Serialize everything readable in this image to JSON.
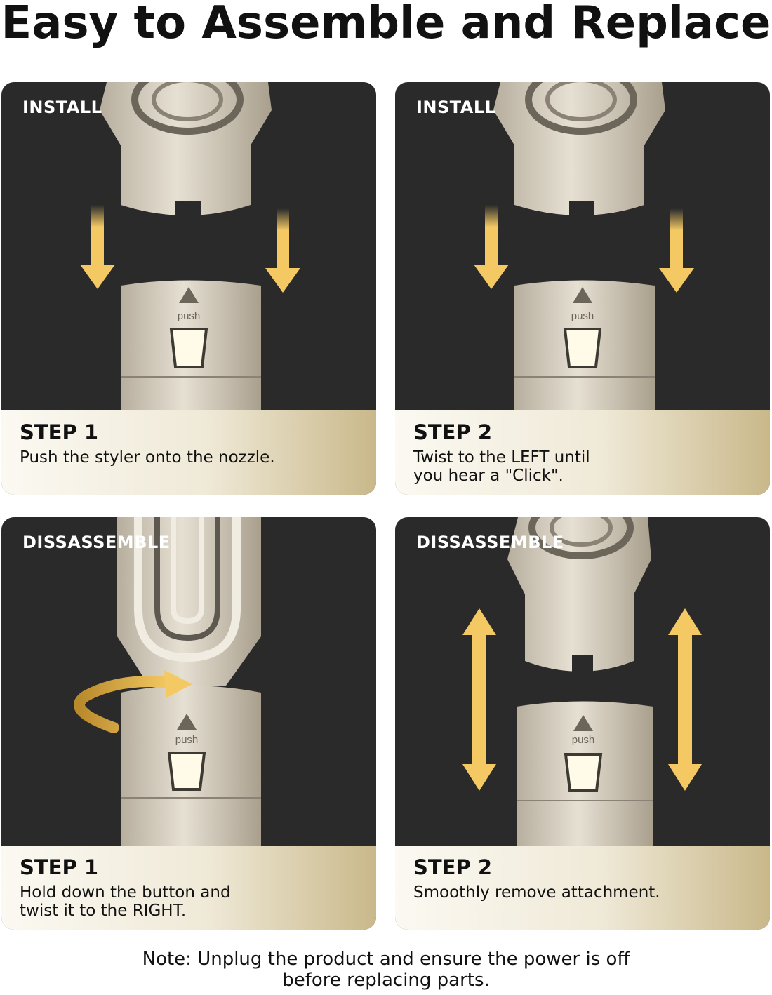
{
  "title": "Easy to Assemble and Replace",
  "cards": [
    {
      "phase": "INSTALL",
      "step": "STEP 1",
      "text": "Push the styler onto the nozzle.",
      "button_label": "push"
    },
    {
      "phase": "INSTALL",
      "step": "STEP 2",
      "text": "Twist to the LEFT until you hear a \"Click\".",
      "button_label": "push"
    },
    {
      "phase": "DISSASSEMBLE",
      "step": "STEP 1",
      "text": "Hold down the button and twist it to the RIGHT.",
      "button_label": "push"
    },
    {
      "phase": "DISSASSEMBLE",
      "step": "STEP 2",
      "text": "Smoothly remove attachment.",
      "button_label": "push"
    }
  ],
  "note": "Note: Unplug the product and ensure the power is off before replacing parts.",
  "colors": {
    "panel": "#2a2a2a",
    "arrow": "#f4c964",
    "device": "#d6cfc0"
  },
  "icons": [
    "down-arrow-icon",
    "curved-arrow-icon",
    "double-arrow-icon",
    "push-triangle-icon"
  ]
}
